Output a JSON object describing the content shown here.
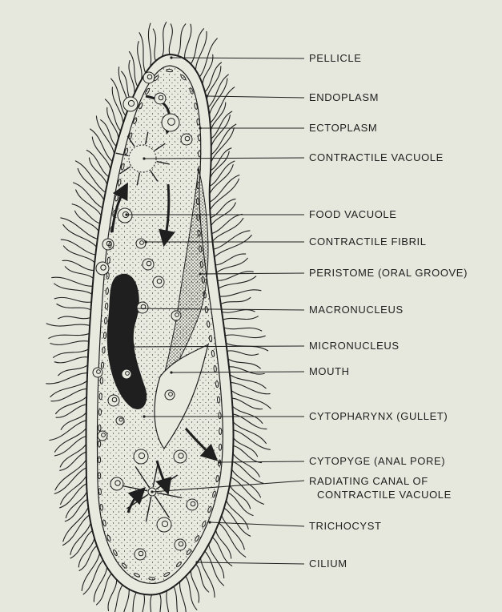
{
  "labels": {
    "pellicle": "PELLICLE",
    "endoplasm": "ENDOPLASM",
    "ectoplasm": "ECTOPLASM",
    "contractile_vacuole": "CONTRACTILE  VACUOLE",
    "food_vacuole": "FOOD  VACUOLE",
    "contractile_fibril": "CONTRACTILE  FIBRIL",
    "peristome": "PERISTOME  (ORAL GROOVE)",
    "macronucleus": "MACRONUCLEUS",
    "micronucleus": "MICRONUCLEUS",
    "mouth": "MOUTH",
    "cytopharynx": "CYTOPHARYNX  (GULLET)",
    "cytopyge": "CYTOPYGE  (ANAL PORE)",
    "radiating_canal_1": "RADIATING  CANAL  OF",
    "radiating_canal_2": "CONTRACTILE  VACUOLE",
    "trichocyst": "TRICHOCYST",
    "cilium": "CILIUM"
  },
  "colors": {
    "background": "#e6e8dd",
    "ink": "#1f1f1f"
  }
}
